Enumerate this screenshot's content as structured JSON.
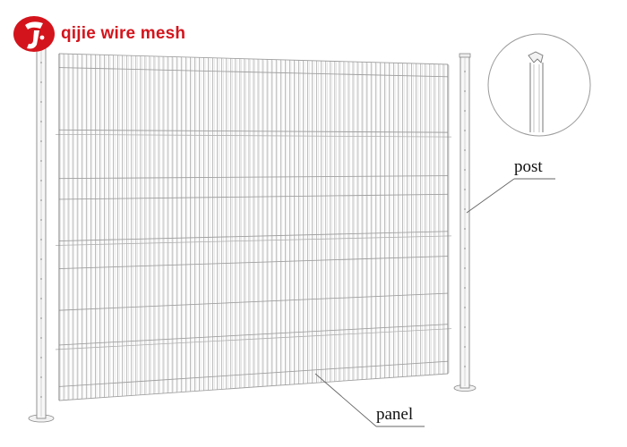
{
  "brand": {
    "name": "qijie wire mesh",
    "logo_icon": "qj-logo-icon",
    "color": "#d4141c"
  },
  "labels": {
    "post": "post",
    "panel": "panel"
  },
  "colors": {
    "line": "#8a8a8a",
    "wire": "#a0a0a0",
    "text": "#111111"
  }
}
